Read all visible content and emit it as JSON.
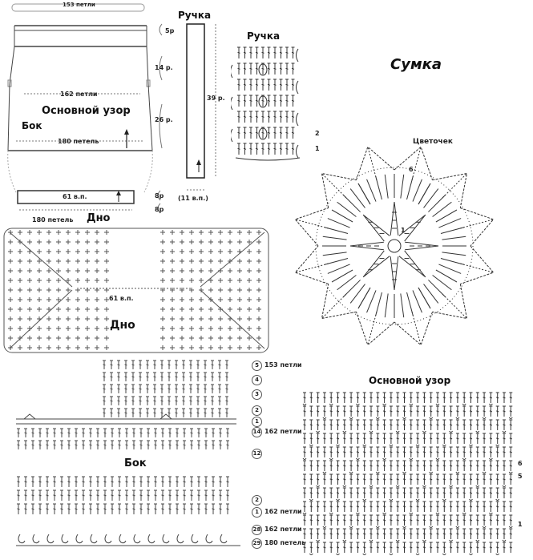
{
  "title": "Сумка",
  "schematic": {
    "top_width": "153 петли",
    "mid_width": "162 петли",
    "bottom_width": "180 петель",
    "main_pattern": "Основной узор",
    "side": "Бок",
    "base_inner": "61 в.п.",
    "base_outer": "180 петель",
    "base": "Дно",
    "rows_top": "5р",
    "rows_a": "14 р.",
    "rows_b": "26 р.",
    "rows_base_a": "8р",
    "rows_base_b": "8р"
  },
  "handle": {
    "title": "Ручка",
    "height": "39 р.",
    "width": "(11 в.п.)",
    "chart_title": "Ручка",
    "row_markers": [
      "2",
      "1"
    ]
  },
  "flower": {
    "title": "Цветочек",
    "markers": [
      "6",
      "1"
    ]
  },
  "base_chart": {
    "title": "Дно",
    "center_label": "61 в.п."
  },
  "side_chart": {
    "title": "Бок",
    "row_labels": [
      {
        "num": "5",
        "text": "153 петли"
      },
      {
        "num": "4",
        "text": ""
      },
      {
        "num": "3",
        "text": ""
      },
      {
        "num": "2",
        "text": ""
      },
      {
        "num": "1",
        "text": ""
      },
      {
        "num": "14",
        "text": "162 петли"
      },
      {
        "num": "12",
        "text": ""
      },
      {
        "num": "2",
        "text": ""
      },
      {
        "num": "1",
        "text": "162 петли"
      },
      {
        "num": "28",
        "text": "162 петли"
      },
      {
        "num": "29",
        "text": "180 петель"
      }
    ]
  },
  "main_chart": {
    "title": "Основной узор",
    "row_markers": [
      "6",
      "5",
      "1"
    ]
  }
}
